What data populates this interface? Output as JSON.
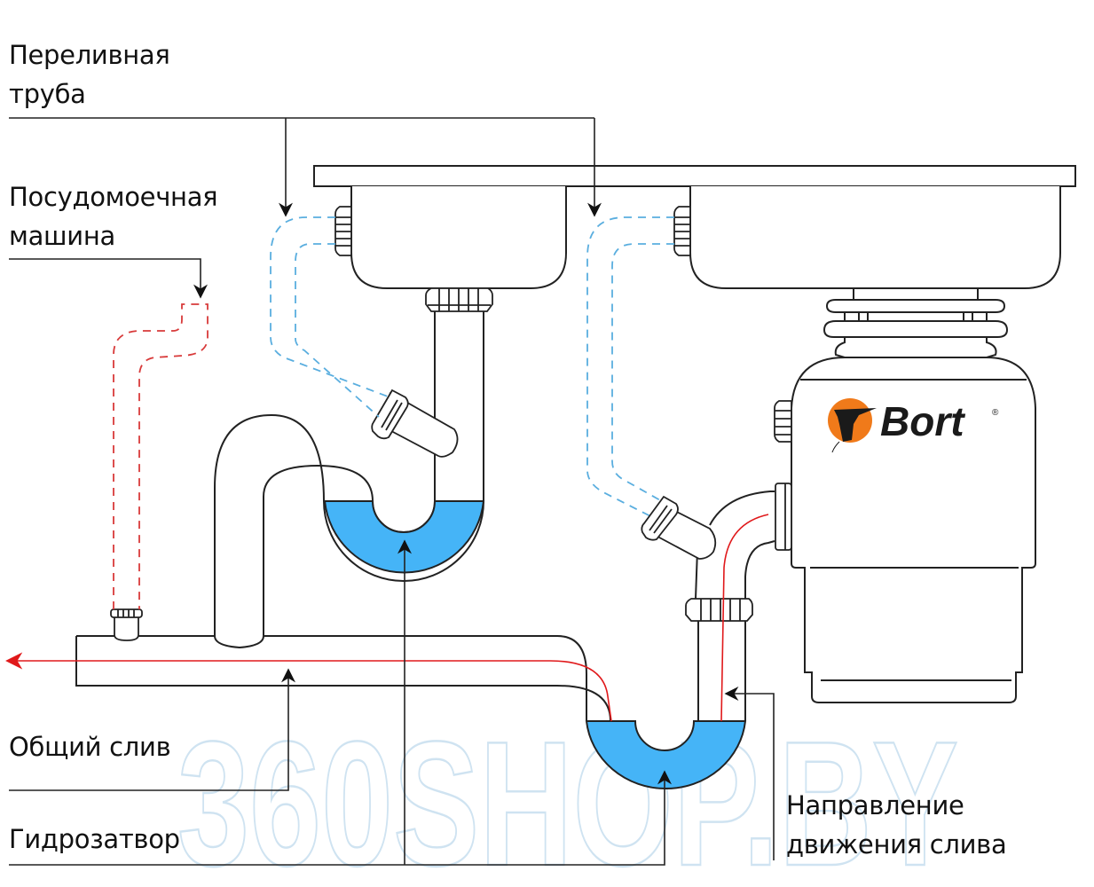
{
  "labels": {
    "overflow_pipe": [
      "Переливная",
      "труба"
    ],
    "dishwasher": [
      "Посудомоечная",
      "машина"
    ],
    "common_drain": "Общий слив",
    "water_seal": "Гидрозатвор",
    "drain_direction": [
      "Направление",
      "движения слива"
    ]
  },
  "brand": {
    "name": "Bort",
    "registered_mark": "®",
    "logo_color": "#f07a1a"
  },
  "watermark": "360SHOP.BY",
  "colors": {
    "line": "#222222",
    "water": "#45b4f7",
    "overflow_dash": "#5aaedf",
    "dishwasher_dash": "#d83a3a",
    "flow_arrow": "#e0191b",
    "watermark": "#cfe3f1"
  }
}
